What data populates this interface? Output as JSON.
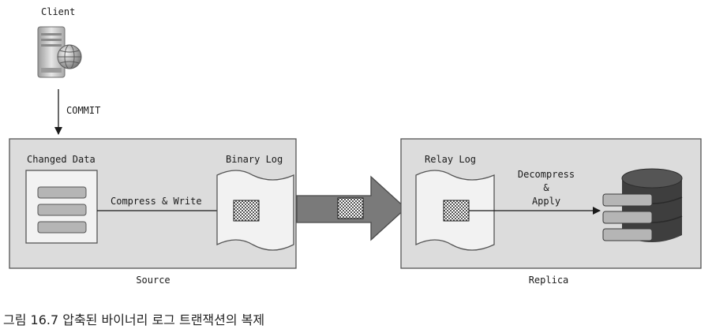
{
  "client": {
    "label": "Client",
    "icon": "server-globe-icon"
  },
  "commit_label": "COMMIT",
  "source": {
    "label": "Source",
    "changed_data_label": "Changed Data",
    "binary_log_label": "Binary Log",
    "compress_write_label": "Compress & Write"
  },
  "replica": {
    "label": "Replica",
    "relay_log_label": "Relay Log",
    "decompress_label_line1": "Decompress",
    "decompress_label_line2": "&",
    "decompress_label_line3": "Apply",
    "icon": "database-icon"
  },
  "caption": "그림 16.7 압축된 바이너리 로그 트랜잭션의 복제",
  "colors": {
    "panel_fill": "#dcdcdc",
    "panel_stroke": "#555555",
    "big_arrow_fill": "#7a7a7a",
    "db_fill": "#3e3e3e",
    "record_fill": "#b5b5b5"
  }
}
